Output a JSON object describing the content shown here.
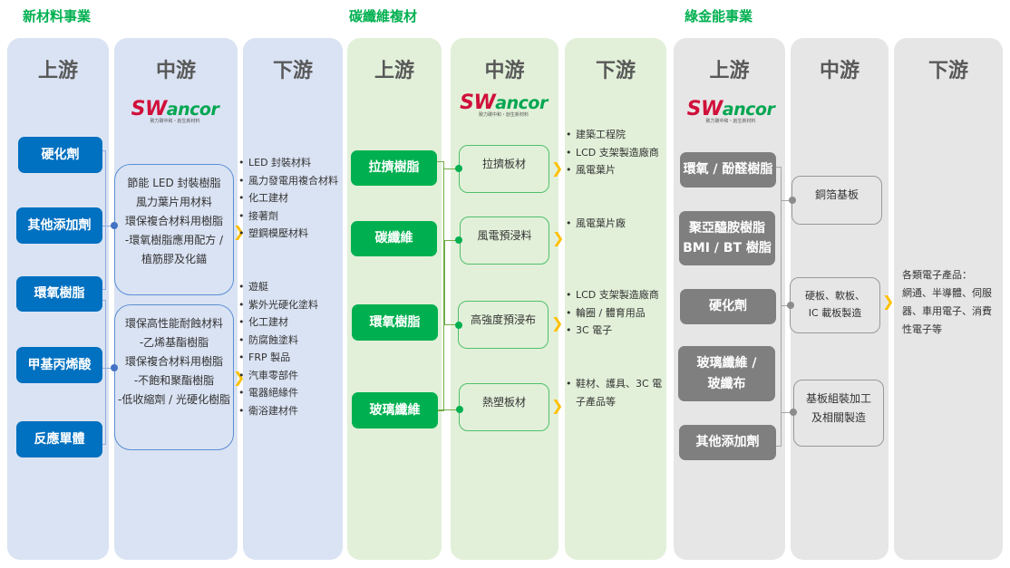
{
  "sections": [
    {
      "title": "新材料事業",
      "headers": [
        "上游",
        "中游",
        "下游"
      ],
      "upstream": [
        "硬化劑",
        "其他添加劑",
        "環氧樹脂",
        "甲基丙烯酸",
        "反應單體"
      ],
      "midstream": [
        [
          "節能 LED 封裝樹脂",
          "風力葉片用材料",
          "環保複合材料用樹脂",
          "-環氧樹脂應用配方 /",
          "植筋膠及化錨"
        ],
        [
          "環保高性能耐蝕材料",
          "-乙烯基酯樹脂",
          "環保複合材料用樹脂",
          "-不飽和聚酯樹脂",
          "-低收縮劑 / 光硬化樹脂"
        ]
      ],
      "downstream": [
        [
          "LED 封裝材料",
          "風力發電用複合材料",
          "化工建材",
          "接著劑",
          "塑鋼模壓材料"
        ],
        [
          "遊艇",
          "紫外光硬化塗料",
          "化工建材",
          "防腐蝕塗料",
          "FRP 製品",
          "汽車零部件",
          "電器絕緣件",
          "衛浴建材件"
        ]
      ]
    },
    {
      "title": "碳纖維複材",
      "headers": [
        "上游",
        "中游",
        "下游"
      ],
      "upstream": [
        "拉擠樹脂",
        "碳纖維",
        "環氧樹脂",
        "玻璃纖維"
      ],
      "midstream": [
        "拉擠板材",
        "風電預浸料",
        "高強度預浸布",
        "熱塑板材"
      ],
      "downstream": [
        [
          "建築工程院",
          "LCD 支架製造廠商",
          "風電葉片"
        ],
        [
          "風電葉片廠"
        ],
        [
          "LCD 支架製造廠商",
          "輪圈 / 體育用品",
          "3C 電子"
        ],
        [
          "鞋材、護具、3C 電子產品等"
        ]
      ]
    },
    {
      "title": "綠金能事業",
      "headers": [
        "上游",
        "中游",
        "下游"
      ],
      "upstream": [
        [
          "環氧 / 酚醛樹脂"
        ],
        [
          "聚亞醯胺樹脂",
          "BMI / BT 樹脂"
        ],
        [
          "硬化劑"
        ],
        [
          "玻璃纖維 /",
          "玻纖布"
        ],
        [
          "其他添加劑"
        ]
      ],
      "midstream": [
        [
          "銅箔基板"
        ],
        [
          "硬板、軟板、",
          "IC 載板製造"
        ],
        [
          "基板組裝加工",
          "及相關製造"
        ]
      ],
      "downstream": [
        "各類電子產品：",
        "網通、半導體、伺服",
        "器、車用電子、消費",
        "性電子等"
      ]
    }
  ],
  "logo": {
    "brand_red": "SW",
    "brand_green": "ancor",
    "tagline": "致力碳中和・創生新材料"
  },
  "colors": {
    "blue": "#0070c0",
    "green": "#00b050",
    "gray": "#7f7f7f",
    "arrow": "#ffc000"
  }
}
